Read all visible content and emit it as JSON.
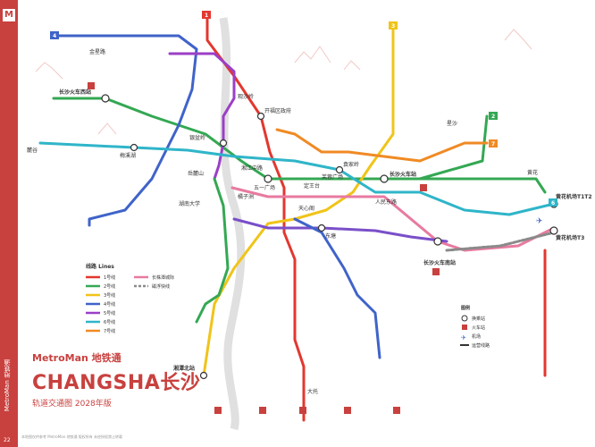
{
  "brand": {
    "metroman": "MetroMan 地铁通",
    "city": "CHANGSHA长沙",
    "subtitle": "轨道交通图 2028年版",
    "side_text": "MetroMan 地铁通",
    "page_no": "22",
    "footer": "本地图仅供参考 MetroMan 地铁通 版权所有 未经授权禁止转载"
  },
  "legend": {
    "title": "线路 Lines",
    "items": [
      "1号线",
      "2号线",
      "3号线",
      "4号线",
      "5号线",
      "6号线",
      "7号线",
      "长株潭城际",
      "磁浮快线"
    ]
  },
  "symbols": {
    "title": "图例",
    "items": [
      "换乘站",
      "火车站",
      "机场",
      "运营线路"
    ]
  },
  "colors": {
    "l1": "#e3372f",
    "l2": "#34a853",
    "l3": "#f0c419",
    "l4": "#3f63c9",
    "l5": "#9b3fc7",
    "l6": "#2fb5c9",
    "l7": "#f08a24",
    "intercity": "#e87aa0",
    "maglev": "#8a8a8a",
    "brand": "#c8413e"
  },
  "stations": {
    "changshaxi": "长沙火车西站",
    "changshanan": "长沙火车南站",
    "changshazhan": "长沙火车站",
    "airport12": "黄花机场T1T2",
    "airport3": "黄花机场T3",
    "wuyiguangchang": "五一广场",
    "wangchengbei": "湘潭北站",
    "lugu": "麓谷",
    "meixihu": "梅溪湖",
    "juzizhou": "橘子洲",
    "xiangjiang": "湘江中路",
    "dongtang": "东塘",
    "kaifuqu": "开福区政府",
    "yuelu": "岳麓山",
    "hunan_univ": "湖南大学",
    "yuanjialing": "袁家岭",
    "renmindong": "人民东路",
    "changsha_county": "星沙",
    "dingwangtai": "定王台",
    "tianxin": "天心阁",
    "jinxing": "金星路",
    "yinpenling": "银盆岭",
    "furong": "芙蓉广场",
    "huanghuayun": "黄花",
    "dahe": "大托",
    "guanshaling": "观沙岭"
  }
}
